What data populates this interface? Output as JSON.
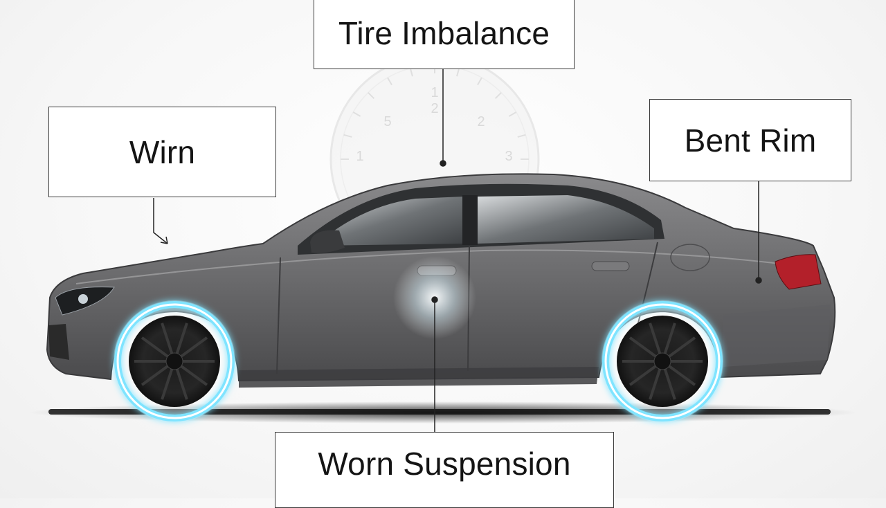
{
  "labels": {
    "tire_imbalance": "Tire Imbalance",
    "wirn": "Wirn",
    "bent_rim": "Bent Rim",
    "worn_suspension": "Worn Suspension"
  },
  "gauge": {
    "numbers": [
      "1",
      "5",
      "2",
      "2",
      "3",
      "1"
    ]
  },
  "colors": {
    "car_body": "#6b6b6d",
    "wheel_glow": "#7fe4ff",
    "taillight": "#b3202a",
    "line": "#222222"
  }
}
